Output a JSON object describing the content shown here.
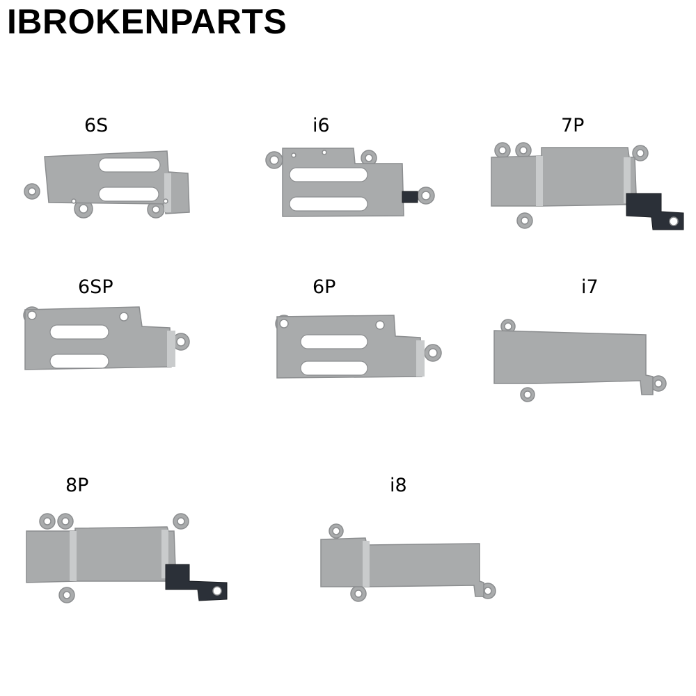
{
  "brand": "IBROKENPARTS",
  "parts": [
    {
      "id": "6s",
      "label": "6S"
    },
    {
      "id": "i6",
      "label": "i6"
    },
    {
      "id": "7p",
      "label": "7P"
    },
    {
      "id": "6sp",
      "label": "6SP"
    },
    {
      "id": "6p",
      "label": "6P"
    },
    {
      "id": "i7",
      "label": "i7"
    },
    {
      "id": "8p",
      "label": "8P"
    },
    {
      "id": "i8",
      "label": "i8"
    }
  ]
}
